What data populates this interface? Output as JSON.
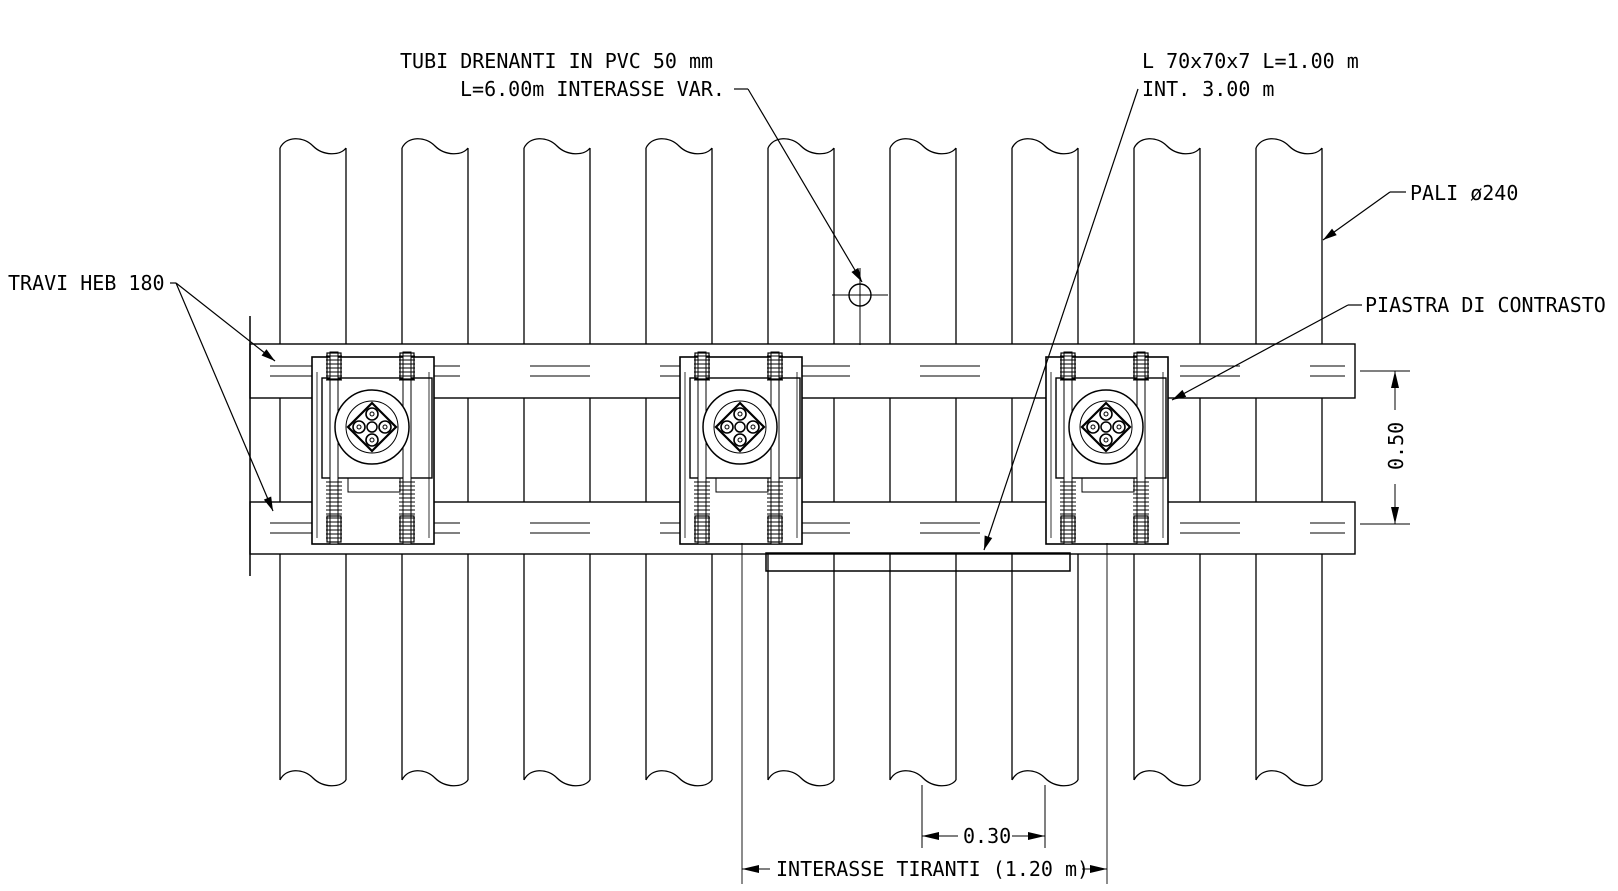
{
  "labels": {
    "tubi_line1": "TUBI  DRENANTI  IN  PVC  50  mm",
    "tubi_line2": "L=6.00m  INTERASSE  VAR.",
    "angle_line1": "L  70x70x7  L=1.00  m",
    "angle_line2": "INT.  3.00  m",
    "pali": "PALI  ø240",
    "travi": "TRAVI  HEB  180",
    "piastra": "PIASTRA  DI  CONTRASTO",
    "dim_050": "0.50",
    "dim_030": "0.30",
    "dim_interasse": "INTERASSE  TIRANTI  (1.20  m)"
  },
  "colors": {
    "line": "#000000",
    "background": "#ffffff"
  },
  "counts": {
    "piles": 9,
    "anchors": 3
  }
}
